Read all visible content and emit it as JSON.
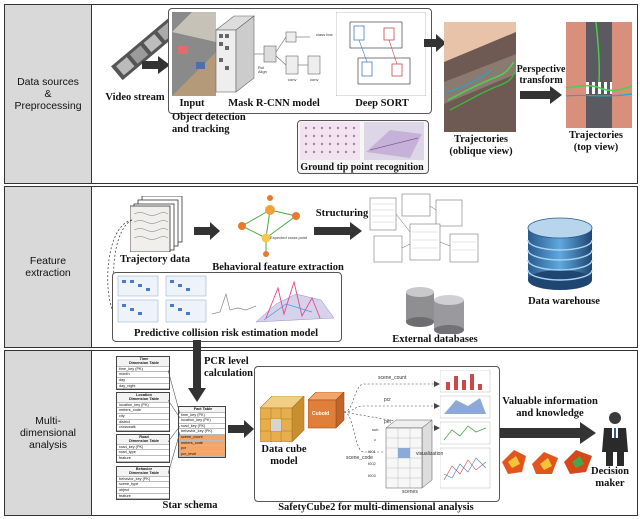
{
  "sections": {
    "data_sources": "Data sources\n&\nPreprocessing",
    "feature_extraction": "Feature\nextraction",
    "multidim": "Multi-\ndimensional\nanalysis"
  },
  "stage1": {
    "video_stream": "Video stream",
    "input": "Input",
    "mask_rcnn": "Mask R-CNN model",
    "deep_sort": "Deep SORT",
    "object_detection": "Object detection\nand tracking",
    "ground_tip": "Ground tip point recognition",
    "class_box": "class box",
    "roi_align": "RoI\nAlign",
    "conv1": "conv",
    "conv2": "conv",
    "perspective": "Perspective\ntransform",
    "traj_oblique": "Trajectories\n(oblique view)",
    "traj_top": "Trajectories\n(top view)"
  },
  "stage2": {
    "trajectory_data": "Trajectory data",
    "behavioral": "Behavioral feature extraction",
    "expected_cross": "Expected cross point",
    "structuring": "Structuring",
    "data_warehouse": "Data warehouse",
    "external_db": "External databases",
    "predictive": "Predictive collision risk estimation model"
  },
  "stage3": {
    "pcr_calc": "PCR level\ncalculation",
    "star_schema": "Star schema",
    "data_cube": "Data cube\nmodel",
    "cuboid": "Cuboid",
    "safetycube": "SafetyCube2 for multi-dimensional analysis",
    "valuable": "Valuable information\nand knowledge",
    "decision_maker": "Decision\nmaker",
    "scene_count": "scene_count",
    "pcr": "pcr",
    "pet": "pet",
    "scene_code": "scene_code",
    "visualization": "visualization",
    "scenes": "scenes",
    "cube_axis": [
      "sub",
      "c",
      "t001",
      "t002",
      "t003"
    ],
    "tables": {
      "time": [
        "Time\nDimension Table",
        "time_key (PK)",
        "month",
        "day",
        "day_night"
      ],
      "location": [
        "Location\nDimension Table",
        "location_key (PK)",
        "meters_code",
        "city",
        "district",
        "crosswalk"
      ],
      "road": [
        "Road\nDimension Table",
        "road_key (PK)",
        "road_type",
        "feature"
      ],
      "behavior": [
        "Behavior\nDimension Table",
        "behavior_key (PK)",
        "scene_type",
        "object",
        "feature"
      ],
      "fact": [
        "Fact Table",
        "time_key (PK)",
        "location_key (PK)",
        "road_key (PK)",
        "behavior_key (PK)",
        "scene_count",
        "meters_code",
        "pcr",
        "pcr_level"
      ]
    }
  },
  "colors": {
    "side": "#d9d9d9",
    "arrow": "#333333",
    "cube": "#e0a94a",
    "highlight": "#f2a66b"
  }
}
